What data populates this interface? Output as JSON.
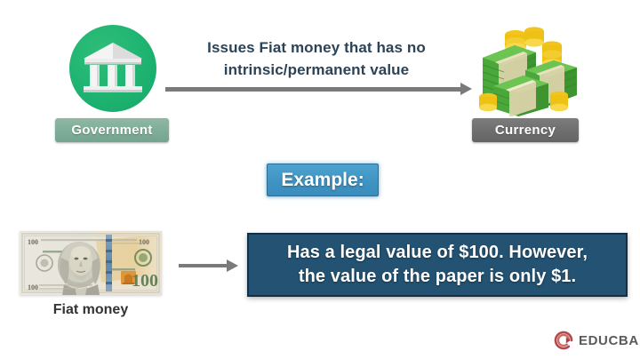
{
  "page": {
    "title": "Fiat Money Infographic",
    "background_color": "#ffffff"
  },
  "top_row": {
    "government": {
      "icon_name": "bank-building-icon",
      "label": "Government",
      "circle_color": "#21b573",
      "label_bg_color": "#7fae99"
    },
    "caption": "Issues Fiat money that has no intrinsic/permanent value",
    "caption_line_1": "Issues Fiat money that has no",
    "caption_line_2": "intrinsic/permanent value",
    "caption_color": "#2c4356",
    "arrow": {
      "name": "arrow-government-to-currency",
      "direction": "right",
      "color": "#7a7a7a"
    },
    "currency": {
      "icon_name": "money-stacks-icon",
      "label": "Currency",
      "label_bg_color": "#6f6f6f"
    }
  },
  "example": {
    "label": "Example:",
    "bg_color": "#3f94c3",
    "text_color": "#ffffff"
  },
  "bottom_row": {
    "bill": {
      "icon_name": "hundred-dollar-bill-image",
      "denomination": "100",
      "label": "Fiat money",
      "label_color": "#333333"
    },
    "arrow": {
      "name": "arrow-bill-to-statement",
      "direction": "right",
      "color": "#7a7a7a"
    },
    "statement": {
      "text": "Has a legal value of $100. However,\nthe value of the paper is only $1.",
      "line_1": "Has a legal value of $100. However,",
      "line_2": "the value of the paper is only $1.",
      "bg_color": "#235272",
      "text_color": "#ffffff"
    }
  },
  "branding": {
    "logo_icon_name": "educba-swirl-icon",
    "name": "EDUCBA",
    "mark_color": "#b5474f",
    "text_color": "#5a5a5a"
  }
}
